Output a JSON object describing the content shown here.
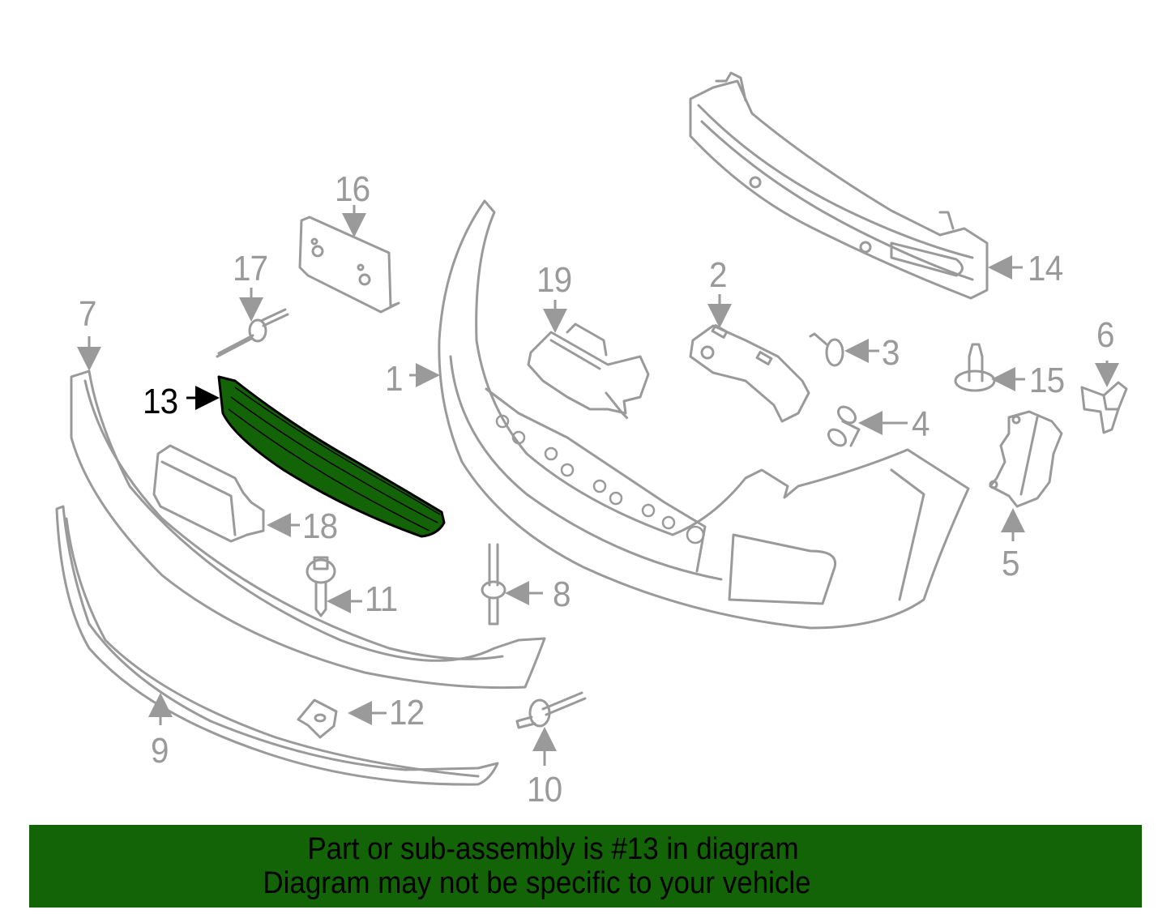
{
  "diagram": {
    "highlight_part": "13",
    "colors": {
      "line": "#9a9a9a",
      "highlight_fill": "#136307",
      "highlight_stroke": "#000000",
      "banner": "#136307",
      "background": "#ffffff"
    },
    "callouts": [
      {
        "num": "1",
        "part": "bumper-cover"
      },
      {
        "num": "2",
        "part": "bracket"
      },
      {
        "num": "3",
        "part": "clip"
      },
      {
        "num": "4",
        "part": "retainer"
      },
      {
        "num": "5",
        "part": "side-bracket"
      },
      {
        "num": "6",
        "part": "guide"
      },
      {
        "num": "7",
        "part": "lower-cover"
      },
      {
        "num": "8",
        "part": "pin-rivet"
      },
      {
        "num": "9",
        "part": "deflector-strip"
      },
      {
        "num": "10",
        "part": "push-pin"
      },
      {
        "num": "11",
        "part": "bolt"
      },
      {
        "num": "12",
        "part": "speed-nut"
      },
      {
        "num": "13",
        "part": "lower-grille"
      },
      {
        "num": "14",
        "part": "reinforcement-bar"
      },
      {
        "num": "15",
        "part": "stud-clip"
      },
      {
        "num": "16",
        "part": "license-bracket"
      },
      {
        "num": "17",
        "part": "rivet"
      },
      {
        "num": "18",
        "part": "sensor-module"
      },
      {
        "num": "19",
        "part": "sensor-bracket"
      }
    ]
  },
  "banner": {
    "line1": "Part or sub-assembly is #13 in diagram",
    "line2": "Diagram may not be specific to your vehicle"
  }
}
